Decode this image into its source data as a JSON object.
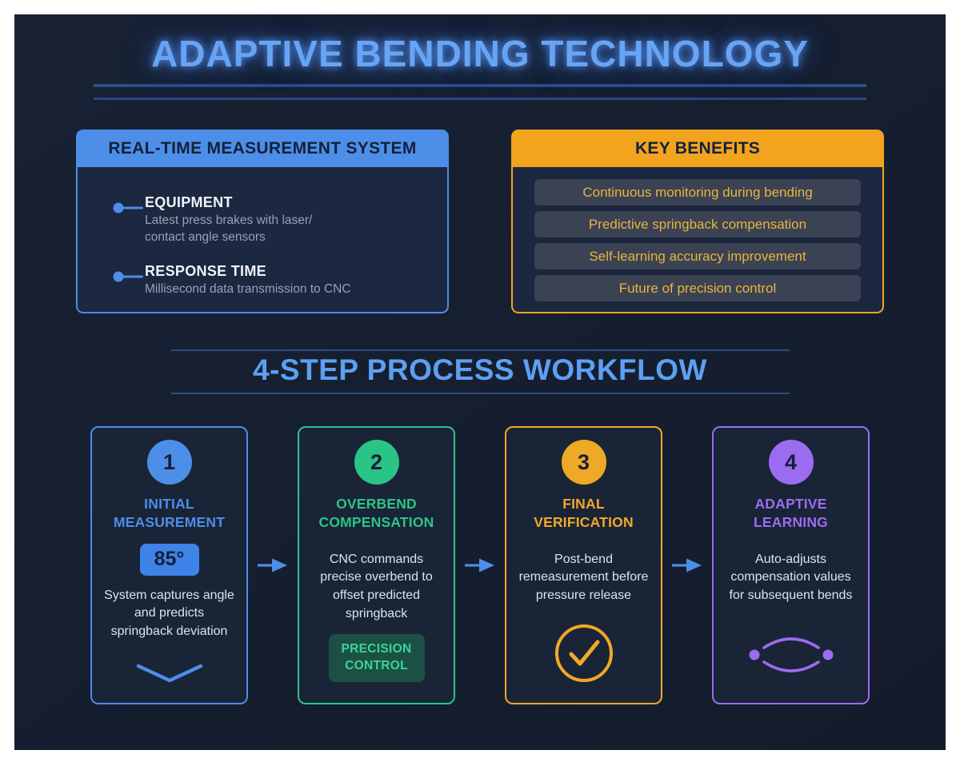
{
  "title": "ADAPTIVE BENDING TECHNOLOGY",
  "colors": {
    "background": "#161f30",
    "title_blue": "#68a4f4",
    "blue": "#4d8ee8",
    "green": "#2bc487",
    "orange": "#f2a41f",
    "purple": "#9c6cf0",
    "benefit_row_bg": "#3a4253",
    "benefit_text": "#e7b63e"
  },
  "measurement_panel": {
    "title": "REAL-TIME MEASUREMENT SYSTEM",
    "items": [
      {
        "label": "EQUIPMENT",
        "description": "Latest press brakes with laser/\ncontact angle sensors"
      },
      {
        "label": "RESPONSE TIME",
        "description": "Millisecond data transmission to CNC"
      }
    ]
  },
  "benefits_panel": {
    "title": "KEY BENEFITS",
    "items": [
      "Continuous monitoring during bending",
      "Predictive springback compensation",
      "Self-learning accuracy improvement",
      "Future of precision control"
    ]
  },
  "workflow": {
    "title": "4-STEP PROCESS WORKFLOW",
    "steps": [
      {
        "number": "1",
        "title": "INITIAL MEASUREMENT",
        "angle_badge": "85°",
        "description": "System captures angle and predicts springback deviation",
        "icon": "bend-chevron",
        "accent": "#4d8ee8"
      },
      {
        "number": "2",
        "title": "OVERBEND COMPENSATION",
        "description": "CNC commands precise overbend to offset predicted springback",
        "badge": "PRECISION CONTROL",
        "accent": "#2bc487"
      },
      {
        "number": "3",
        "title": "FINAL VERIFICATION",
        "description": "Post-bend remeasurement before pressure release",
        "icon": "check-circle",
        "accent": "#f0a927"
      },
      {
        "number": "4",
        "title": "ADAPTIVE LEARNING",
        "description": "Auto-adjusts compensation values for subsequent bends",
        "icon": "learning-loop",
        "accent": "#9c6cf0"
      }
    ]
  }
}
